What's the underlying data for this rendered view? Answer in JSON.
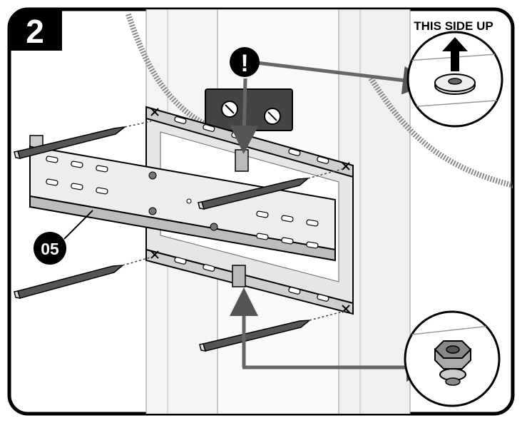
{
  "step": {
    "number": "2"
  },
  "callouts": {
    "orientation_text": "THIS SIDE UP",
    "warning_symbol": "!",
    "part_label": "05"
  },
  "icons": [
    "warning-icon",
    "up-arrow-icon",
    "washer-icon",
    "hex-nut-icon",
    "pencil-icon",
    "bubble-level-icon"
  ],
  "colors": {
    "ink": "#111111",
    "frame": "#000000",
    "metal": "#d9d9d9",
    "shade": "#a6a6a6",
    "paper": "#ffffff"
  }
}
